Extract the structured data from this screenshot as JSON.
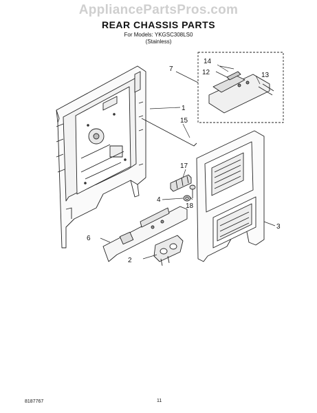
{
  "watermark": "AppliancePartsPros.com",
  "title": "REAR CHASSIS PARTS",
  "models_line": "For Models: YKGSC308LS0",
  "finish_line": "(Stainless)",
  "footer_code": "8187767",
  "page_number": "11",
  "callouts": {
    "c1": "1",
    "c2": "2",
    "c3": "3",
    "c4": "4",
    "c6": "6",
    "c7": "7",
    "c12": "12",
    "c13": "13",
    "c14": "14",
    "c15": "15",
    "c17": "17",
    "c18": "18"
  }
}
